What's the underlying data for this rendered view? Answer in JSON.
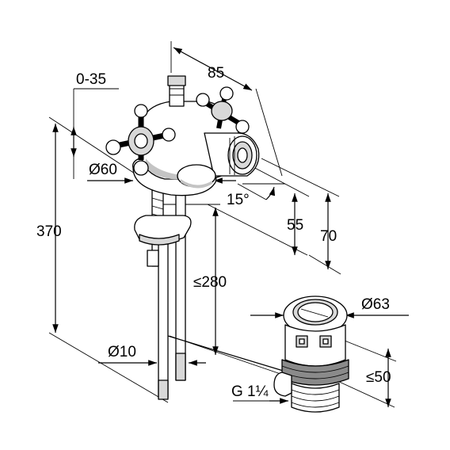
{
  "dimensions": {
    "reach_range": "0-35",
    "spout_length": "85",
    "body_diameter": "Ø60",
    "spout_angle": "15°",
    "height_55": "55",
    "height_70": "70",
    "total_height": "370",
    "rod_length": "≤280",
    "waste_diameter": "Ø63",
    "waste_height": "≤50",
    "rod_diameter": "Ø10",
    "thread": "G 1¼"
  }
}
